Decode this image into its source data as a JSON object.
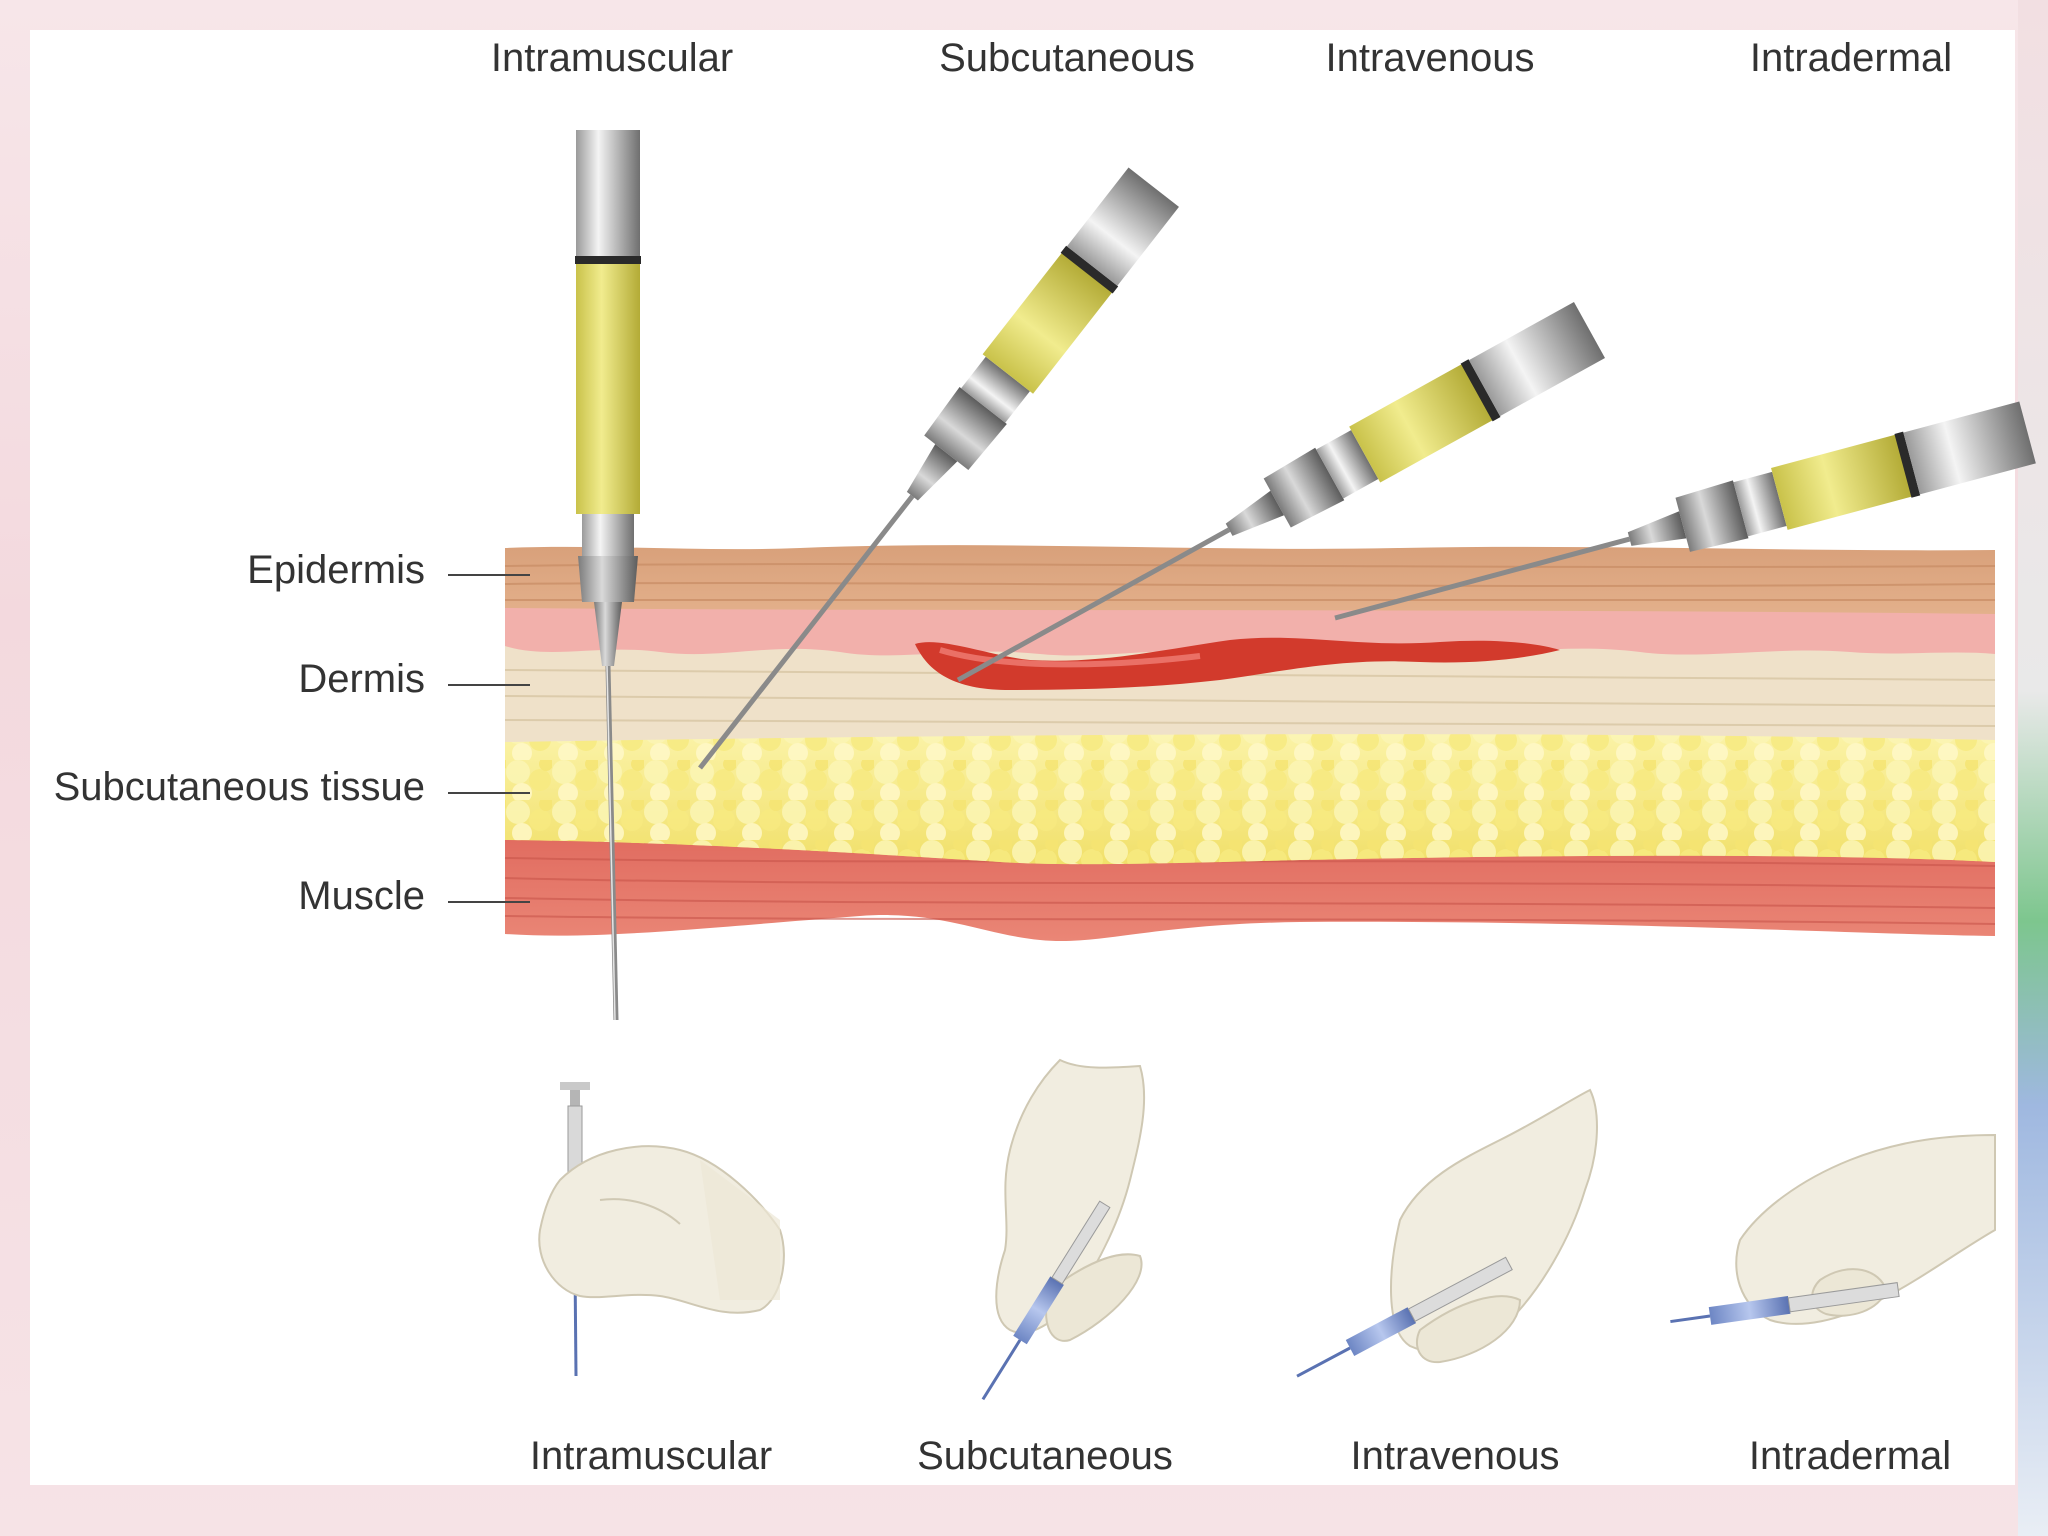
{
  "top_labels": [
    "Intramuscular",
    "Subcutaneous",
    "Intravenous",
    "Intradermal"
  ],
  "layer_labels": [
    "Epidermis",
    "Dermis",
    "Subcutaneous tissue",
    "Muscle"
  ],
  "bottom_labels": [
    "Intramuscular",
    "Subcutaneous",
    "Intravenous",
    "Intradermal"
  ],
  "colors": {
    "epidermis": "#d9a27a",
    "dermis_upper": "#f1aaa6",
    "dermis": "#efe0c8",
    "fat": "#f8ee8a",
    "muscle": "#e56a5e",
    "vein": "#d23a2c",
    "drug": "#e6e06a",
    "glove": "#f1ede0"
  }
}
